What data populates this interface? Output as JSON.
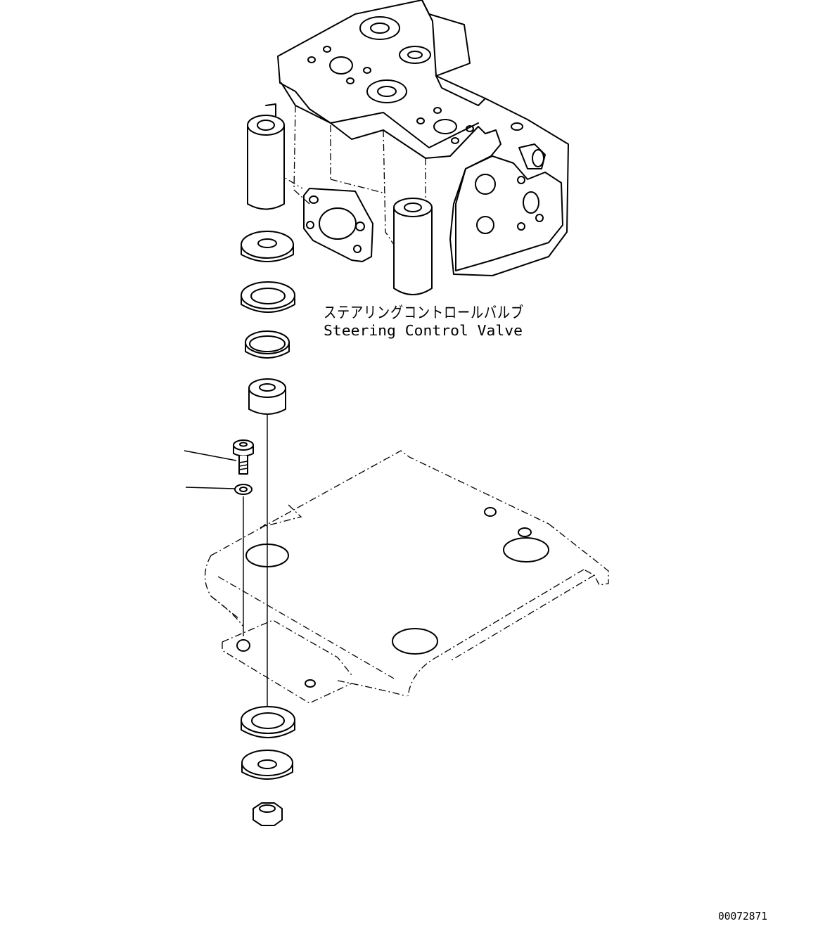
{
  "part_label": {
    "japanese": "ステアリングコントロールバルブ",
    "english": "Steering Control Valve"
  },
  "drawing_number": "00072871"
}
